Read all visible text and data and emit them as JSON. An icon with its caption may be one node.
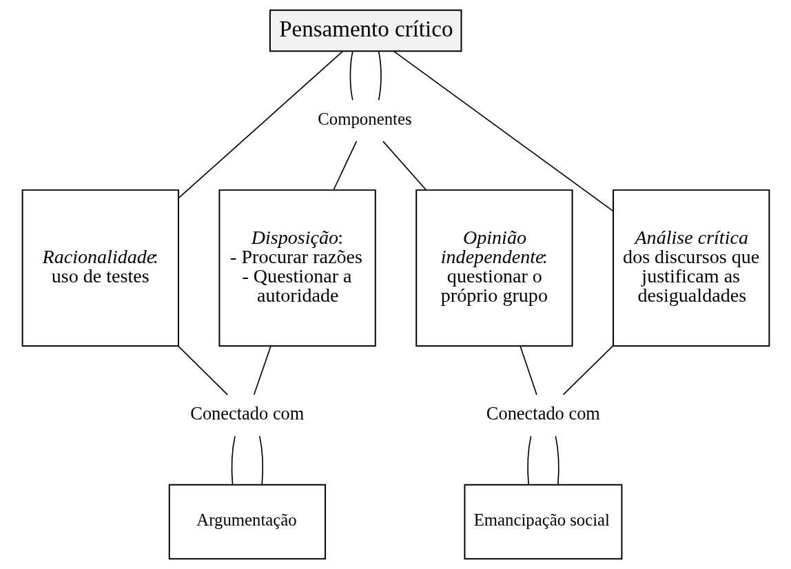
{
  "diagram": {
    "nodes": [
      {
        "text": [
          "Pensamento crítico"
        ]
      },
      {
        "text": [
          "Componentes"
        ]
      },
      {
        "text": [
          "*Racionalidade*: uso de testes"
        ]
      },
      {
        "text": [
          "*Disposição*: - Procurar razões - Questionar a autoridade"
        ]
      },
      {
        "text": [
          "*Opinião independente*: questionar o próprio grupo"
        ]
      },
      {
        "text": [
          "*Análise crítica* dos discursos que justificam as desigualdades"
        ]
      },
      {
        "text": [
          "Conectado com"
        ]
      },
      {
        "text": [
          "Conectado com"
        ]
      },
      {
        "text": [
          "Argumentação"
        ]
      },
      {
        "text": [
          "Emancipação social"
        ]
      }
    ],
    "edges": [
      {
        "from": 0,
        "to": 2,
        "arrow": "none"
      },
      {
        "from": 0,
        "to": 1,
        "arrow": "none"
      },
      {
        "from": 0,
        "to": 1,
        "arrow": "none"
      },
      {
        "from": 0,
        "to": 5,
        "arrow": "none"
      },
      {
        "from": 1,
        "to": 3,
        "arrow": "none"
      },
      {
        "from": 1,
        "to": 4,
        "arrow": "none"
      },
      {
        "from": 2,
        "to": 6,
        "arrow": "none"
      },
      {
        "from": 3,
        "to": 6,
        "arrow": "none"
      },
      {
        "from": 4,
        "to": 7,
        "arrow": "none"
      },
      {
        "from": 5,
        "to": 7,
        "arrow": "none"
      },
      {
        "from": 6,
        "to": 8,
        "arrow": "none"
      },
      {
        "from": 6,
        "to": 8,
        "arrow": "none"
      },
      {
        "from": 7,
        "to": 9,
        "arrow": "none"
      },
      {
        "from": 7,
        "to": 9,
        "arrow": "none"
      }
    ]
  }
}
